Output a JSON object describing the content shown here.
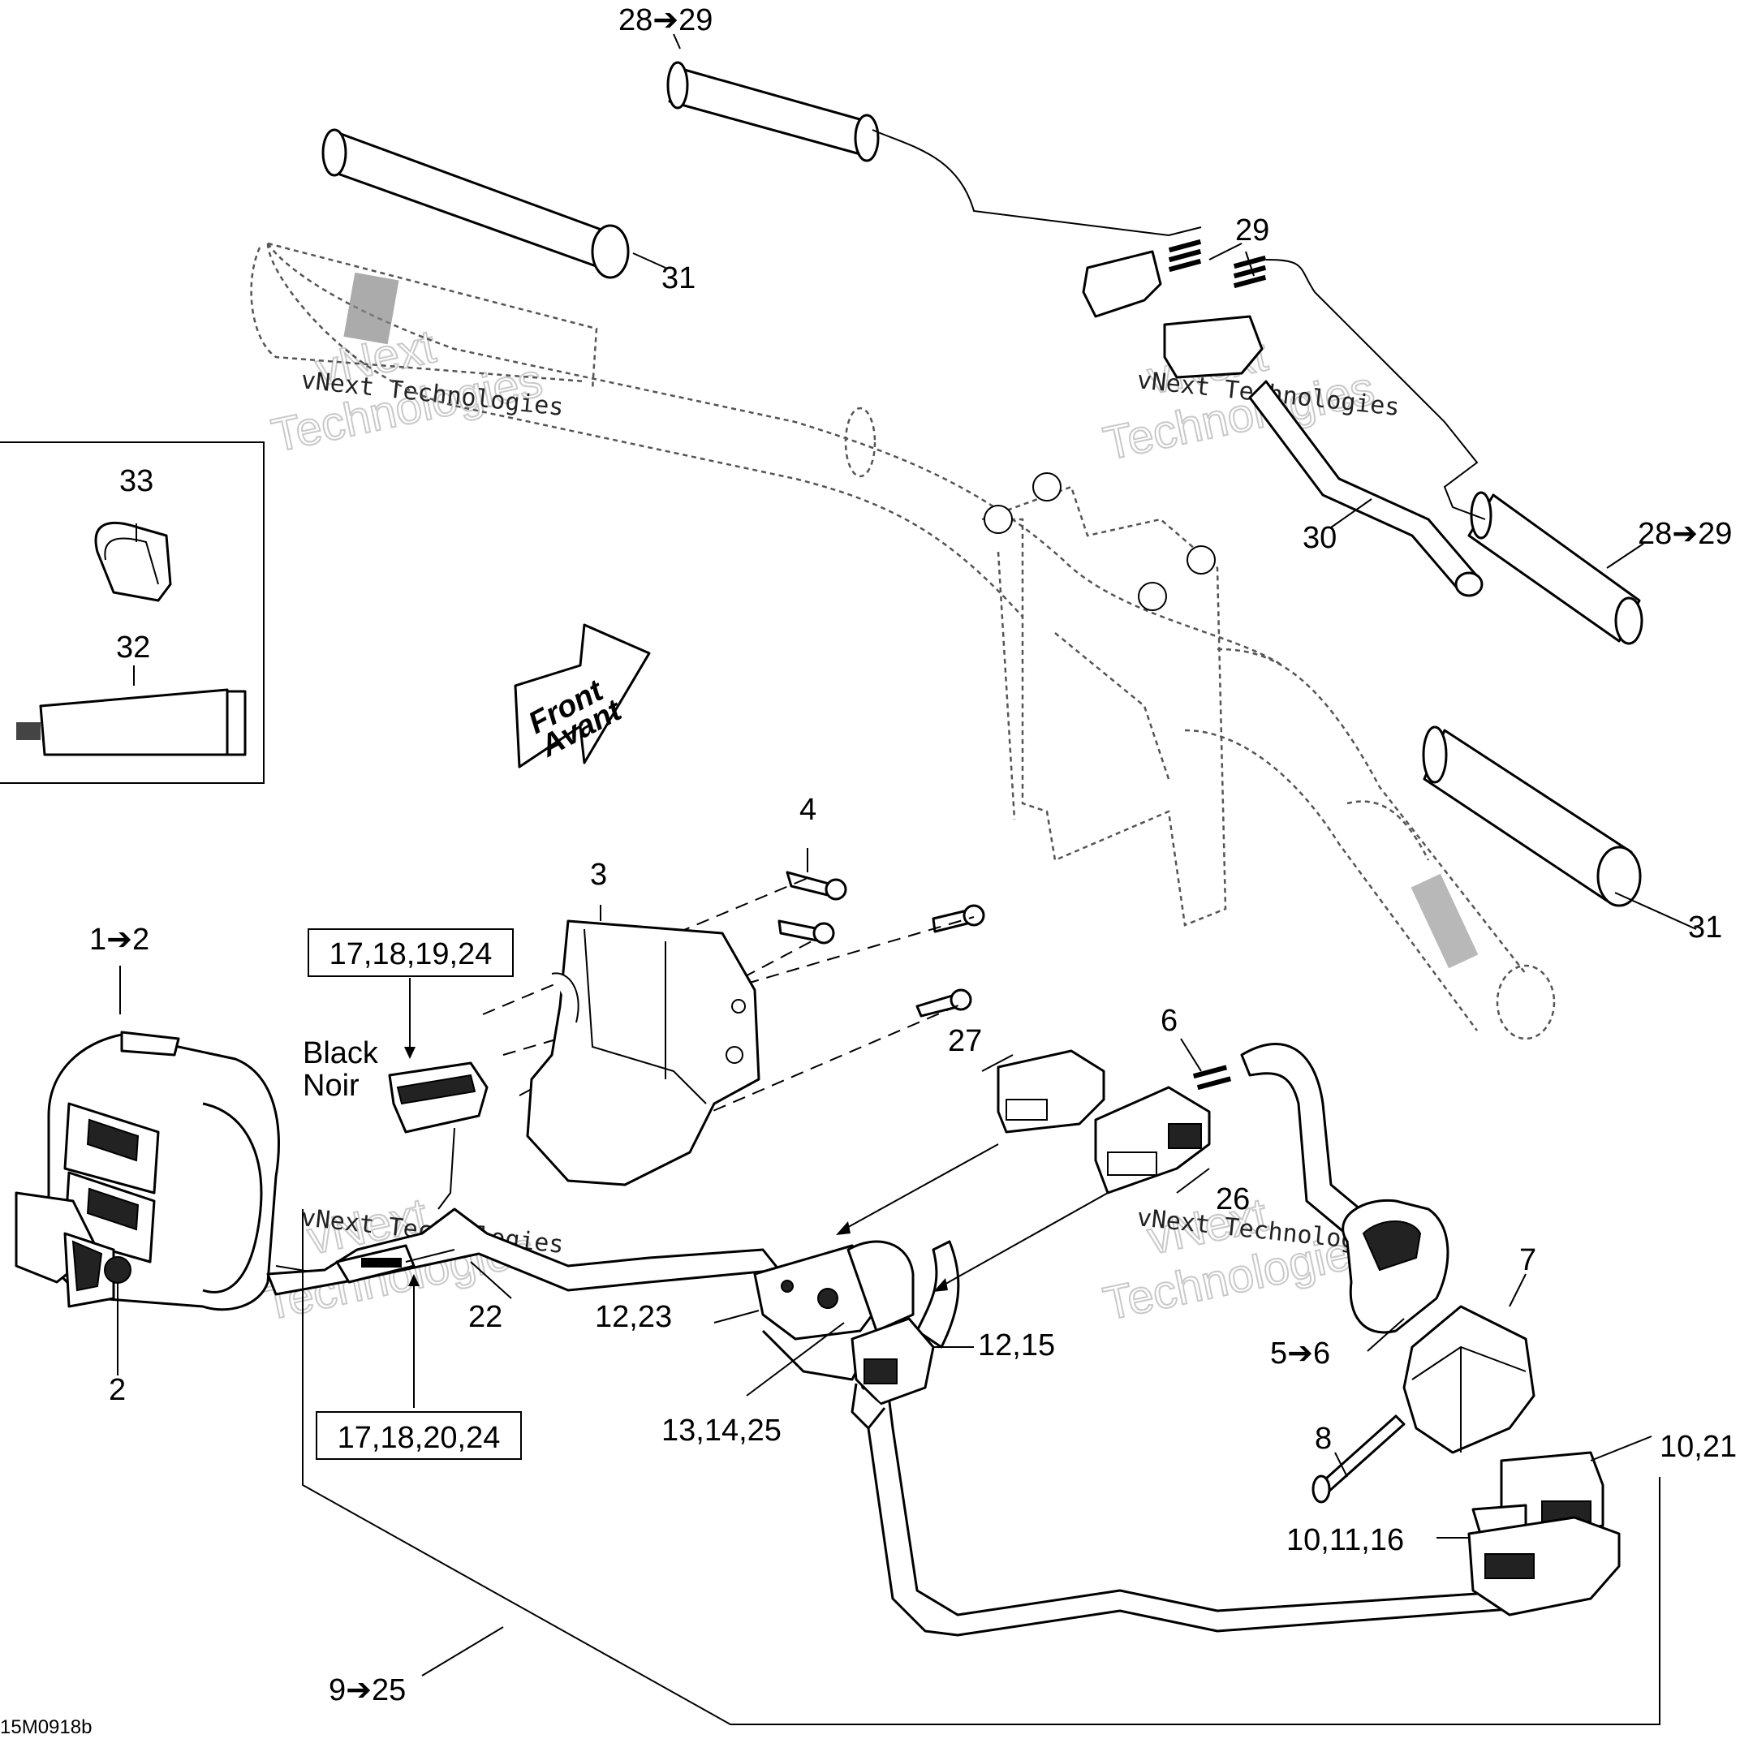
{
  "callouts": {
    "c28_29_top": "28➔29",
    "c31_top": "31",
    "c29": "29",
    "c30": "30",
    "c28_29_right": "28➔29",
    "c31_right": "31",
    "c33": "33",
    "c32": "32",
    "c4": "4",
    "c3": "3",
    "c1_2": "1➔2",
    "c2": "2",
    "c27": "27",
    "c6": "6",
    "c26": "26",
    "c7": "7",
    "c5_6": "5➔6",
    "c8": "8",
    "c10_21": "10,21",
    "c10_11_16": "10,11,16",
    "c22": "22",
    "c12_23": "12,23",
    "c12_15": "12,15",
    "c13_14_25": "13,14,25",
    "c9_25": "9➔25"
  },
  "boxes": {
    "box_top": "17,18,19,24",
    "box_bottom": "17,18,20,24"
  },
  "connector_label": {
    "en": "Black",
    "fr": "Noir"
  },
  "direction_arrow": {
    "line1": "Front",
    "line2": "Avant"
  },
  "watermark": {
    "line_small": "vNext Technologies",
    "line_big_1": "vNext",
    "line_big_2": "Technologies"
  },
  "figure_code": "15M0918b"
}
